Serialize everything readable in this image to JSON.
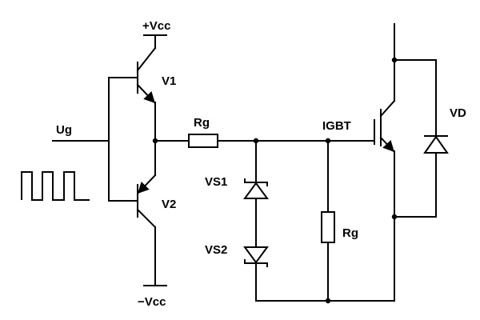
{
  "labels": {
    "vcc_pos": "+Vcc",
    "vcc_neg": "−Vcc",
    "v1": "V1",
    "v2": "V2",
    "ug": "Ug",
    "rg_series": "Rg",
    "rg_shunt": "Rg",
    "igbt": "IGBT",
    "vd": "VD",
    "vs1": "VS1",
    "vs2": "VS2"
  },
  "input_signal": {
    "waveform": "square"
  }
}
